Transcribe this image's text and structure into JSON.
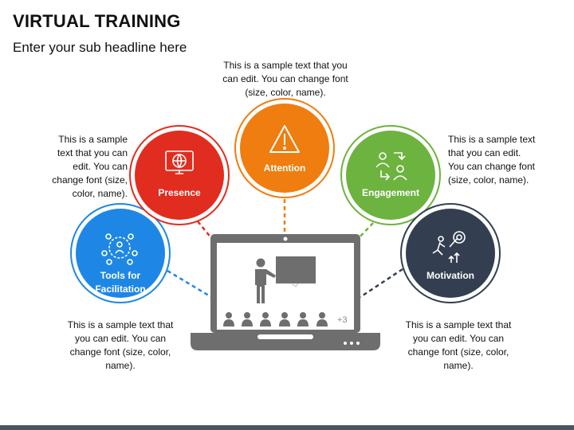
{
  "header": {
    "title": "VIRTUAL TRAINING",
    "subtitle": "Enter your sub headline here"
  },
  "nodes": [
    {
      "id": "tools",
      "label_lines": [
        "Tools for",
        "Facilitation"
      ],
      "icon": "people-network-icon",
      "color": "#1e87e5"
    },
    {
      "id": "presence",
      "label_lines": [
        "Presence"
      ],
      "icon": "monitor-globe-icon",
      "color": "#e12d1f"
    },
    {
      "id": "attention",
      "label_lines": [
        "Attention"
      ],
      "icon": "warning-triangle-icon",
      "color": "#ef7d0f"
    },
    {
      "id": "engagement",
      "label_lines": [
        "Engagement"
      ],
      "icon": "people-exchange-icon",
      "color": "#6db33f"
    },
    {
      "id": "motivation",
      "label_lines": [
        "Motivation"
      ],
      "icon": "runner-target-icon",
      "color": "#333f50"
    }
  ],
  "descriptions": {
    "attention": "This is a sample text that you can edit. You can change font (size, color, name).",
    "presence": "This is a sample text that you can edit. You can change font (size, color, name).",
    "engagement": "This is a sample text that you can edit. You can change font (size, color, name).",
    "tools": "This is a sample text that you can edit. You can change font (size, color, name).",
    "motivation": "This is a sample text that you can edit. You can change font (size, color, name)."
  },
  "laptop": {
    "audience_extra": "+3",
    "icon": "laptop-presentation-icon"
  }
}
